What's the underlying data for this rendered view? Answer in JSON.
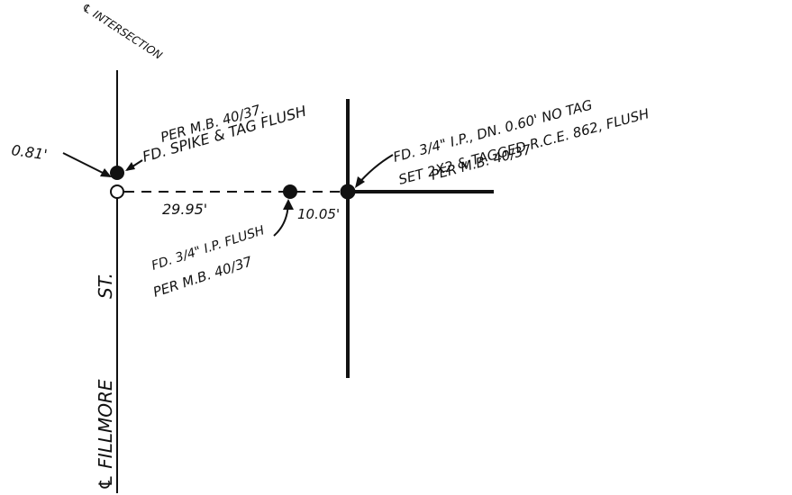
{
  "colors": {
    "ink": "#111111",
    "paper": "#ffffff"
  },
  "labels": {
    "intersection": "℄ INTERSECTION",
    "distance_left": "0.81'",
    "spike_line1": "FD. SPIKE & TAG FLUSH",
    "spike_line2": "PER M.B. 40/37.",
    "pipe_line1": "FD. 3/4\" I.P., DN. 0.60' NO TAG",
    "pipe_line2": "SET 2X2 & TAGGED R.C.E. 862, FLUSH",
    "pipe_line3": "PER M.B. 40/37",
    "dist_2995": "29.95'",
    "dist_1005": "10.05'",
    "flush_line1": "FD. 3/4\" I.P. FLUSH",
    "flush_line2": "PER M.B. 40/37",
    "street_st": "ST.",
    "street_name": "℄ FILLMORE"
  }
}
